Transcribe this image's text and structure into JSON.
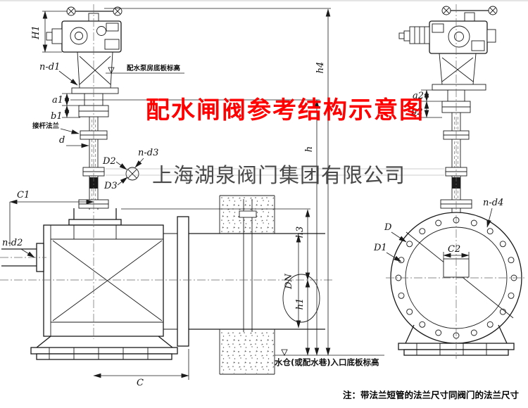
{
  "title": {
    "text": "配水闸阀参考结构示意图",
    "color": "#ff0000"
  },
  "watermark": {
    "text": "上海湖泉阀门集团有限公司"
  },
  "note": {
    "text": "注：带法兰短管的法兰尺寸同阀门的法兰尺寸"
  },
  "annotations": {
    "pump_floor": "配水泵房底板标高",
    "rod_flange": "接杆法兰",
    "inlet_floor": "水仓(或配水巷)入口底板标高"
  },
  "dims": {
    "H1": "H1",
    "n_d1": "n-d1",
    "a1": "a1",
    "b1": "b1",
    "d": "d",
    "D2": "D2",
    "n_d3": "n-d3",
    "D3": "D3",
    "C1": "C1",
    "n_d2": "n-d2",
    "C": "C",
    "h4": "h4",
    "h": "h",
    "h3": "h3",
    "h1": "h1",
    "DN": "DN",
    "a2": "a2",
    "b2": "b2",
    "n_d4": "n-d4",
    "D": "D",
    "D1": "D1",
    "C2": "C2"
  },
  "colors": {
    "line": "#1a1a1a",
    "centerline": "#666666",
    "watermark": "#3a3a3a"
  }
}
